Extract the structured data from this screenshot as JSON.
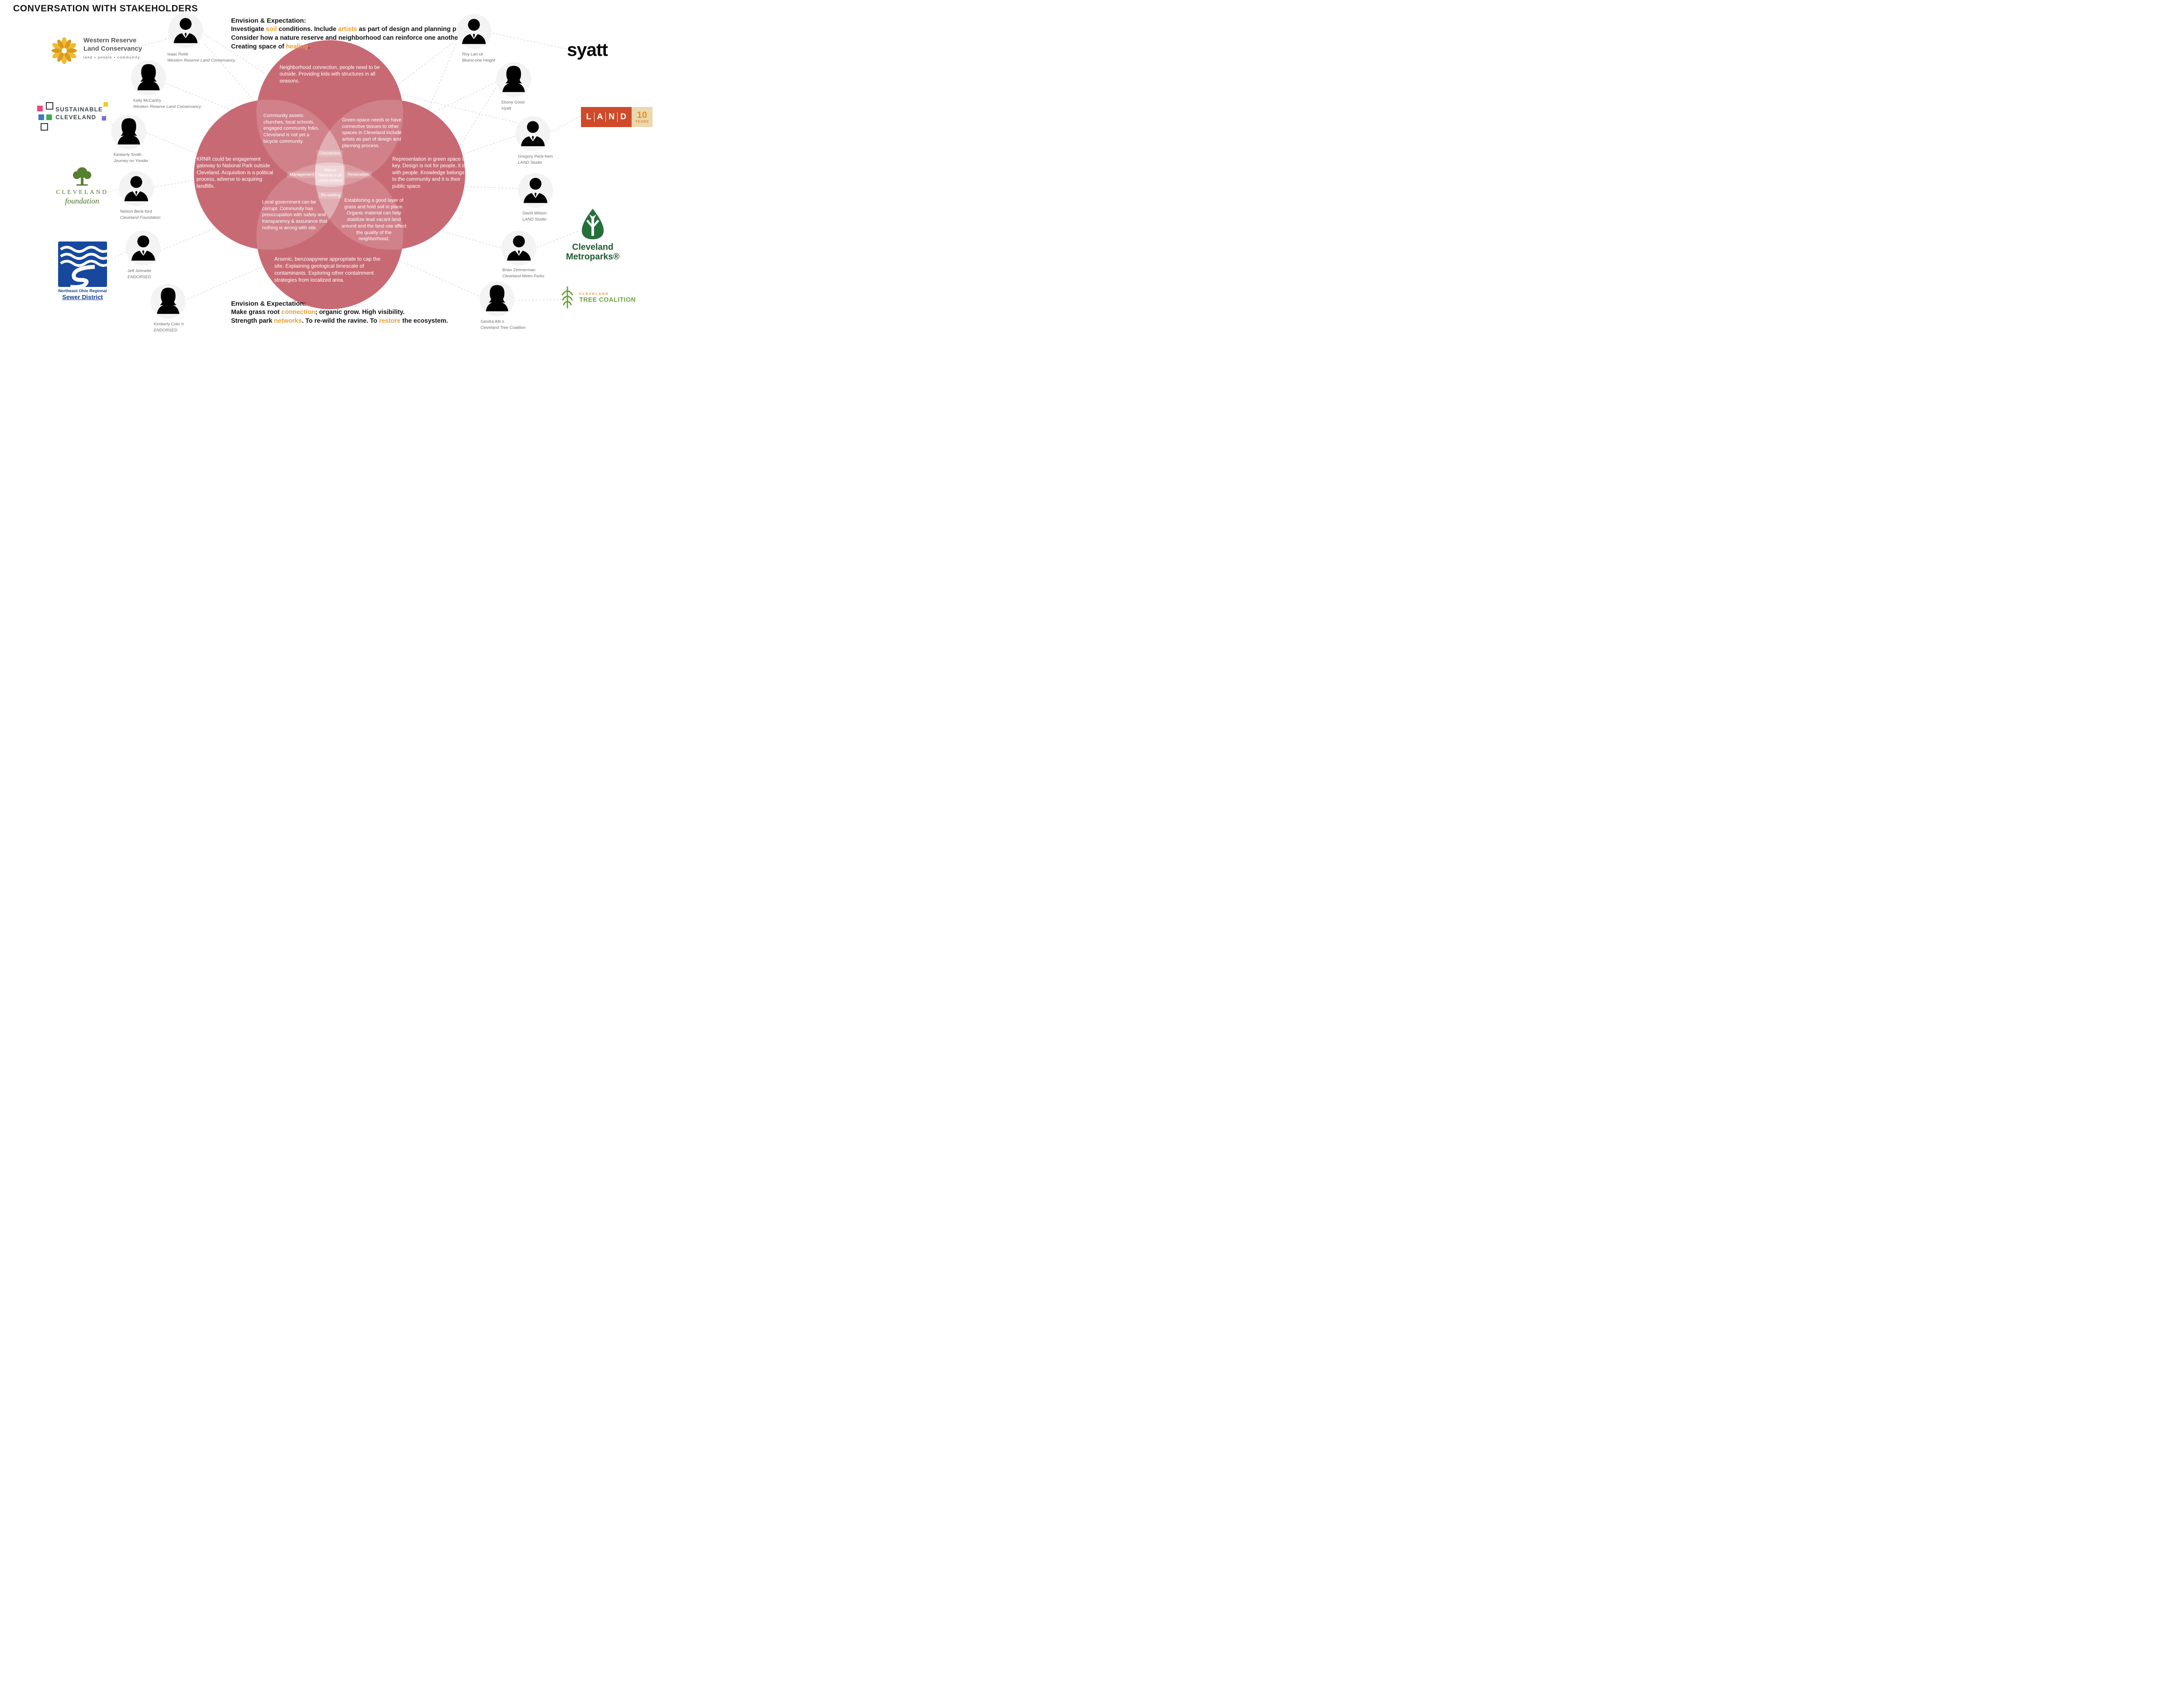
{
  "title": "CONVERSATION WITH STAKEHOLDERS",
  "colors": {
    "accent_orange": "#ED9E2F",
    "venn_rose": "#c5626d"
  },
  "envision_top": {
    "heading": "Envision & Expectation:",
    "lines": [
      [
        {
          "t": "Investigate "
        },
        {
          "t": "soil",
          "c": "#ED9E2F"
        },
        {
          "t": " conditions.   Include "
        },
        {
          "t": "artists",
          "c": "#ED9E2F"
        },
        {
          "t": " as part of design and planning process."
        }
      ],
      [
        {
          "t": "Consider how a nature reserve and neighborhood can reinforce one another."
        }
      ],
      [
        {
          "t": "Creating space of "
        },
        {
          "t": "healing",
          "c": "#ED9E2F"
        },
        {
          "t": "."
        }
      ]
    ]
  },
  "envision_bottom": {
    "heading": "Envision & Expectation:",
    "lines": [
      [
        {
          "t": "Make grass root "
        },
        {
          "t": "connection",
          "c": "#ED9E2F"
        },
        {
          "t": "; organic grow. High visibility."
        }
      ],
      [
        {
          "t": "Strength park "
        },
        {
          "t": "networks",
          "c": "#ED9E2F"
        },
        {
          "t": ". To re-wild the ravine. To "
        },
        {
          "t": "restore",
          "c": "#ED9E2F"
        },
        {
          "t": " the ecosystem."
        }
      ]
    ]
  },
  "venn": {
    "regions": {
      "top": "Neighborhood connection, people need to be outside. Providing kids with structures in all seasons.",
      "top_left": "Community assets: churches, local schools, engaged community folks. Cleveland is not yet a bicycle community.",
      "top_right": "Green-space needs to have connective tissues to other spaces in Cleveland include artists as part of design and planning process.",
      "left": "KRNR could be engagement gateway to National Park outside Cleveland. Acquisition is a political process, adverse to acquiring landfills.",
      "right": "Representation in green space is key. Design is not for people, it is with people. Knowledge belongs to the community and it is their public space.",
      "bottom_left": "Local government can be corrupt. Community has preoccupation with safety and transparency & assurance that nothing is wrong with site.",
      "bottom_right": "Establishing a good layer of grass and hold soil in place. Organic material can help stabilize lead vacant land around and the land use affect the quality of the neighborhood.",
      "bottom": "Arsenic, benzoapyrene appropriate to cap the site. Explaining geological timescale of contaminants. Exploring other containment strategies from localized area."
    },
    "labels": {
      "connection": "Connection",
      "management": "Management",
      "restoration": "Restoration",
      "rewilding": "Re-wilding",
      "center": "Nature Reserve in an urban context"
    }
  },
  "stakeholders": [
    {
      "name": "Isaac Robb",
      "org": "Western Reserve Land Conservancy"
    },
    {
      "name": "Kelly McCarthy",
      "org": "Western Reserve Land Conservancy"
    },
    {
      "name": "Kimberly Smith",
      "org": "Journey on Yonder"
    },
    {
      "name": "Nelson Beck-ford",
      "org": "Cleveland Foundation"
    },
    {
      "name": "Jeff Johnette",
      "org": "ENDORSED"
    },
    {
      "name": "Kimberly Colic h",
      "org": "ENDORSED"
    },
    {
      "name": "Roy Lari-ck",
      "org": "Bluest-one Height"
    },
    {
      "name": "Ebony Good",
      "org": "Hyatt"
    },
    {
      "name": "Gregory Peck-hem",
      "org": "LAND Studio"
    },
    {
      "name": "David Wilson",
      "org": "LAND Studio"
    },
    {
      "name": "Brian Zimmerman",
      "org": "Cleveland Metro Parks"
    },
    {
      "name": "Sandra Alb o",
      "org": "Cleveland Tree Coalition"
    }
  ],
  "logos": {
    "wrlc": {
      "line1": "Western Reserve",
      "line2": "Land Conservancy",
      "tagline": "land • people • community"
    },
    "sustainable": {
      "line1": "SUSTAINABLE",
      "line2": "CLEVELAND"
    },
    "cleveland_foundation": {
      "line1": "CLEVELAND",
      "line2": "foundation"
    },
    "sewer": {
      "line1": "Northeast Ohio Regional",
      "line2": "Sewer District"
    },
    "syatt": {
      "text": "syatt"
    },
    "land": {
      "letters": [
        "L",
        "A",
        "N",
        "D"
      ],
      "ten": "10",
      "years": "YEARS"
    },
    "metroparks": {
      "line1": "Cleveland",
      "line2": "Metroparks®"
    },
    "tree_coalition": {
      "line1": "CLEVELAND",
      "line2": "TREE COALITION"
    }
  }
}
